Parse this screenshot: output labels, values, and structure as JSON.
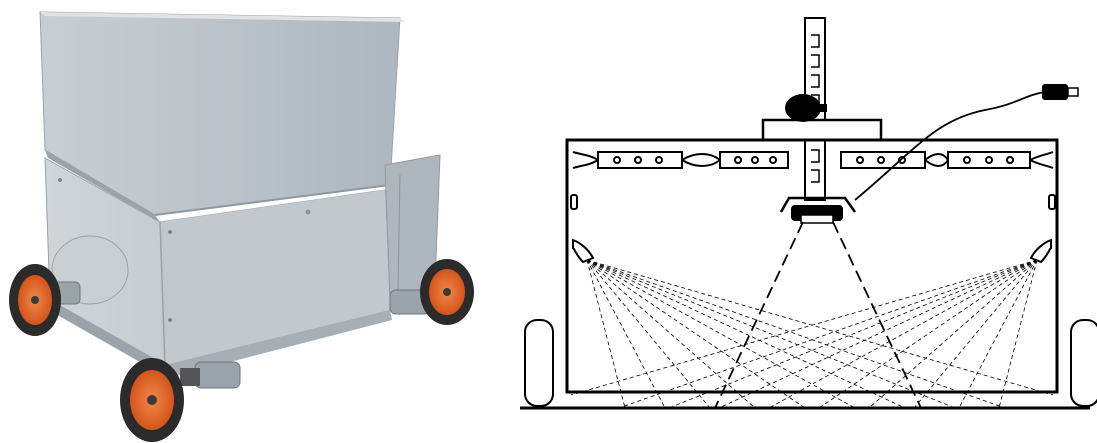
{
  "figure": {
    "left_panel": {
      "kind": "photograph",
      "subject": "robot-cart-photo"
    },
    "right_panel": {
      "kind": "line-drawing",
      "subject": "robot-cart-schematic"
    }
  },
  "colors": {
    "box_panel": "#b9c2c8",
    "box_shadow": "#8f9aa2",
    "wheel_hub": "#e5621e",
    "tire": "#2b2b2b",
    "line": "#000000"
  }
}
